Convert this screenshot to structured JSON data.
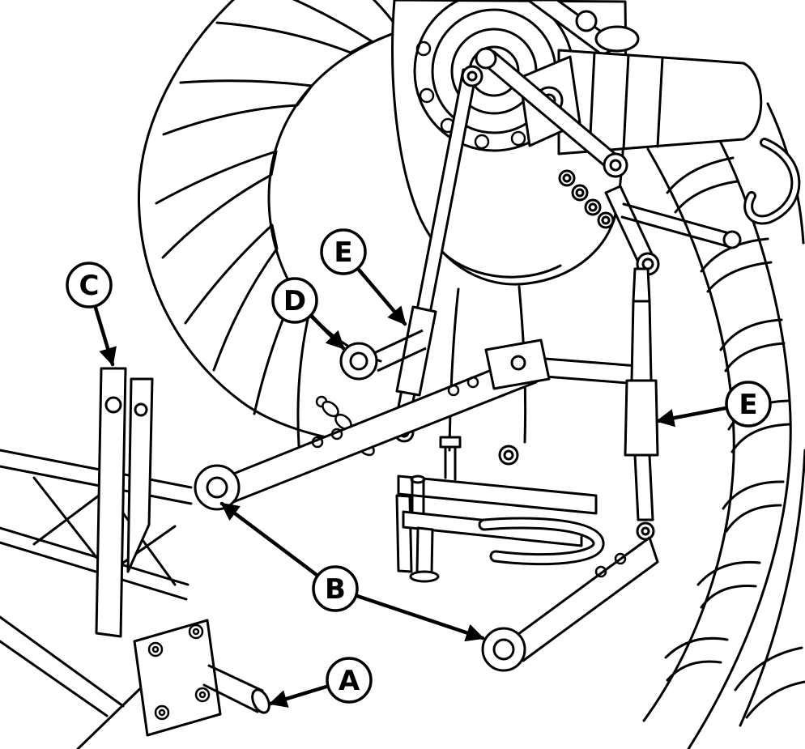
{
  "figure": {
    "background_color": "#ffffff",
    "line_color": "#000000",
    "callouts": [
      {
        "label": "A"
      },
      {
        "label": "B"
      },
      {
        "label": "C"
      },
      {
        "label": "D"
      },
      {
        "label": "E"
      },
      {
        "label": "E"
      }
    ]
  }
}
